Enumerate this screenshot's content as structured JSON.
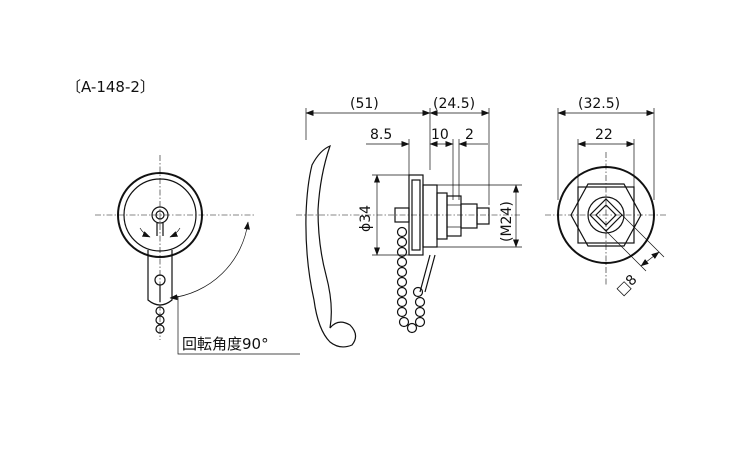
{
  "model_code": "〔A-148-2〕",
  "rotation_note": "回転角度90°",
  "dimensions": {
    "overall_length": "(51)",
    "body_length": "(24.5)",
    "d_8_5": "8.5",
    "d_10": "10",
    "d_2": "2",
    "flange_dia": "ϕ34",
    "thread": "(M24)",
    "width_right": "(32.5)",
    "width_22": "22",
    "square": "□8"
  }
}
